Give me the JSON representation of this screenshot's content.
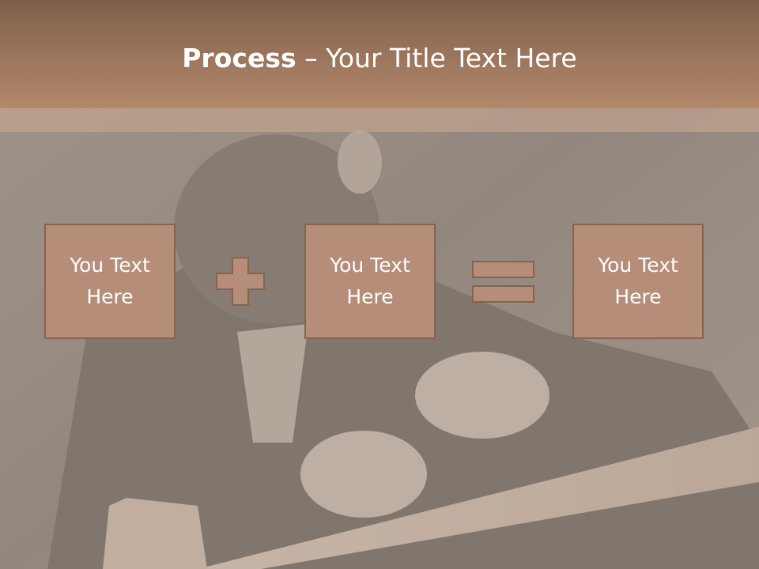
{
  "title": {
    "bold": "Process",
    "rest": " – Your Title Text Here"
  },
  "boxes": [
    {
      "line1": "You Text",
      "line2": "Here"
    },
    {
      "line1": "You Text",
      "line2": "Here"
    },
    {
      "line1": "You Text",
      "line2": "Here"
    }
  ],
  "colors": {
    "header": "#97725a",
    "box_fill": "#b58d78",
    "box_border": "#82644f",
    "operator_fill": "#b58d78"
  },
  "icons": {
    "plus": "plus-icon",
    "equals": "equals-icon"
  }
}
